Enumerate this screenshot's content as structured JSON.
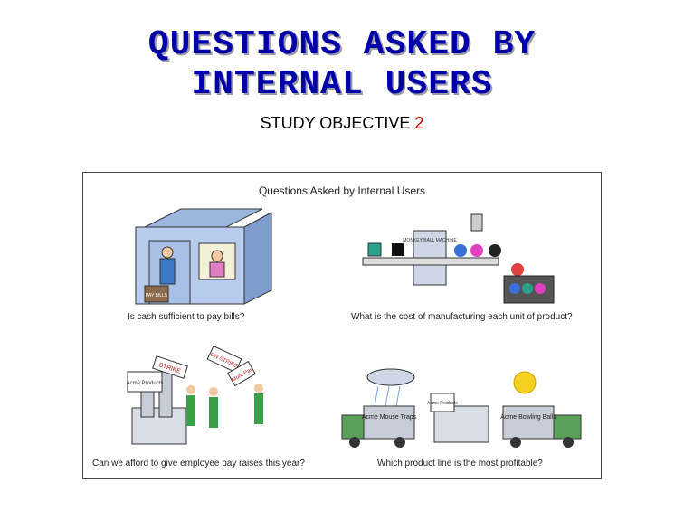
{
  "slide": {
    "title_line1": "QUESTIONS ASKED BY",
    "title_line2": "INTERNAL USERS",
    "subtitle_text": "STUDY OBJECTIVE",
    "subtitle_number": "2"
  },
  "panel": {
    "title": "Questions Asked by Internal Users",
    "questions": [
      "Is cash sufficient to pay bills?",
      "What is the cost of manufacturing each unit of product?",
      "Can we afford to give employee pay raises this year?",
      "Which product line is the most profitable?"
    ],
    "labels": {
      "register": "PAY BILLS",
      "machine": "MONKEY BALL MACHINE",
      "factory_sign": "Acme Products",
      "strike_sign_1": "STRIKE",
      "strike_sign_2": "ON STRIKE",
      "strike_sign_3": "More Pay",
      "truck_left": "Acme Mouse Traps",
      "truck_right": "Acme Bowling Balls",
      "center_factory_sign": "Acme Products"
    }
  },
  "colors": {
    "title": "#0000a8",
    "accent_number": "#d00000"
  }
}
